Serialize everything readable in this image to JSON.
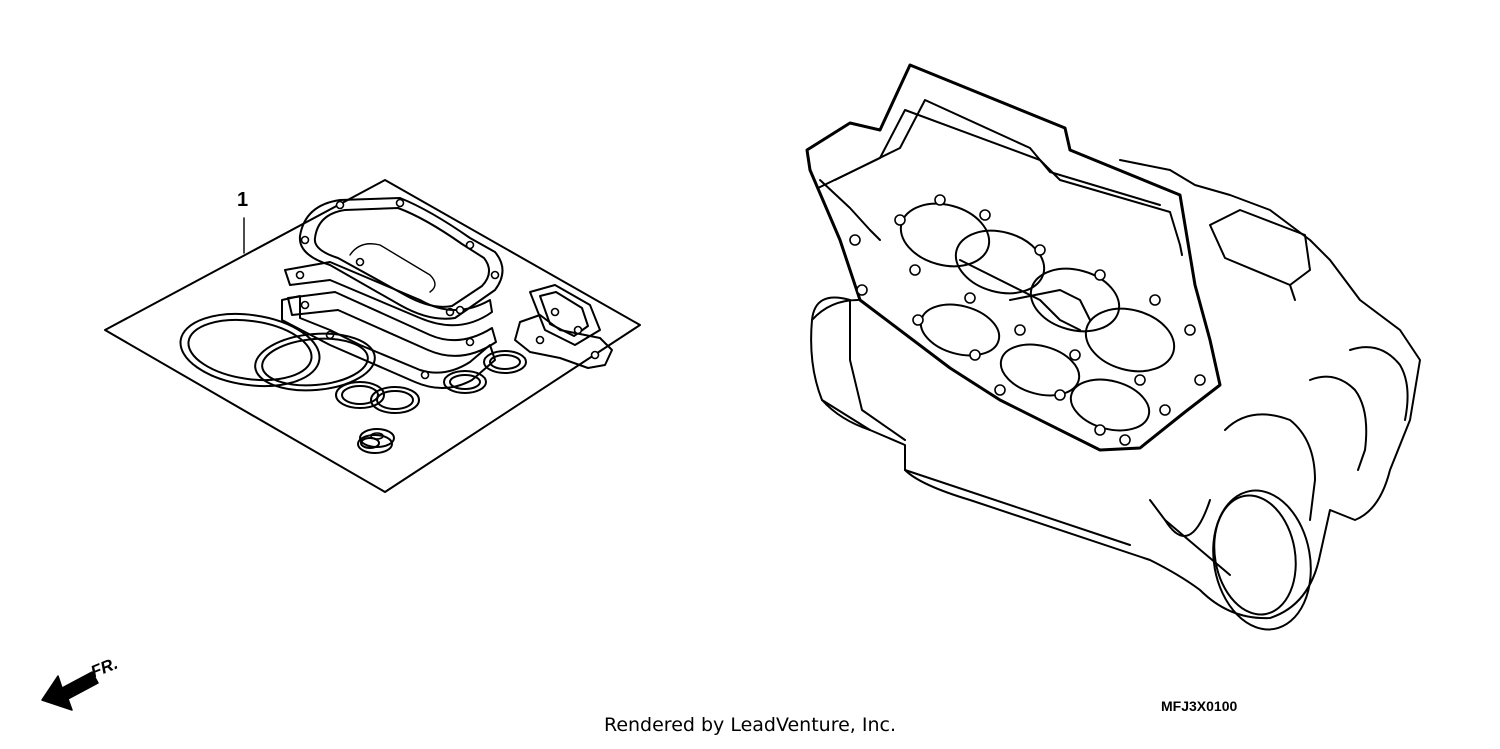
{
  "callouts": [
    {
      "label": "1"
    }
  ],
  "direction_indicator": {
    "label": "FR.",
    "icon": "front-arrow-icon"
  },
  "diagram_code": "MFJ3X0100",
  "footer": {
    "credit": "Rendered by LeadVenture, Inc."
  }
}
